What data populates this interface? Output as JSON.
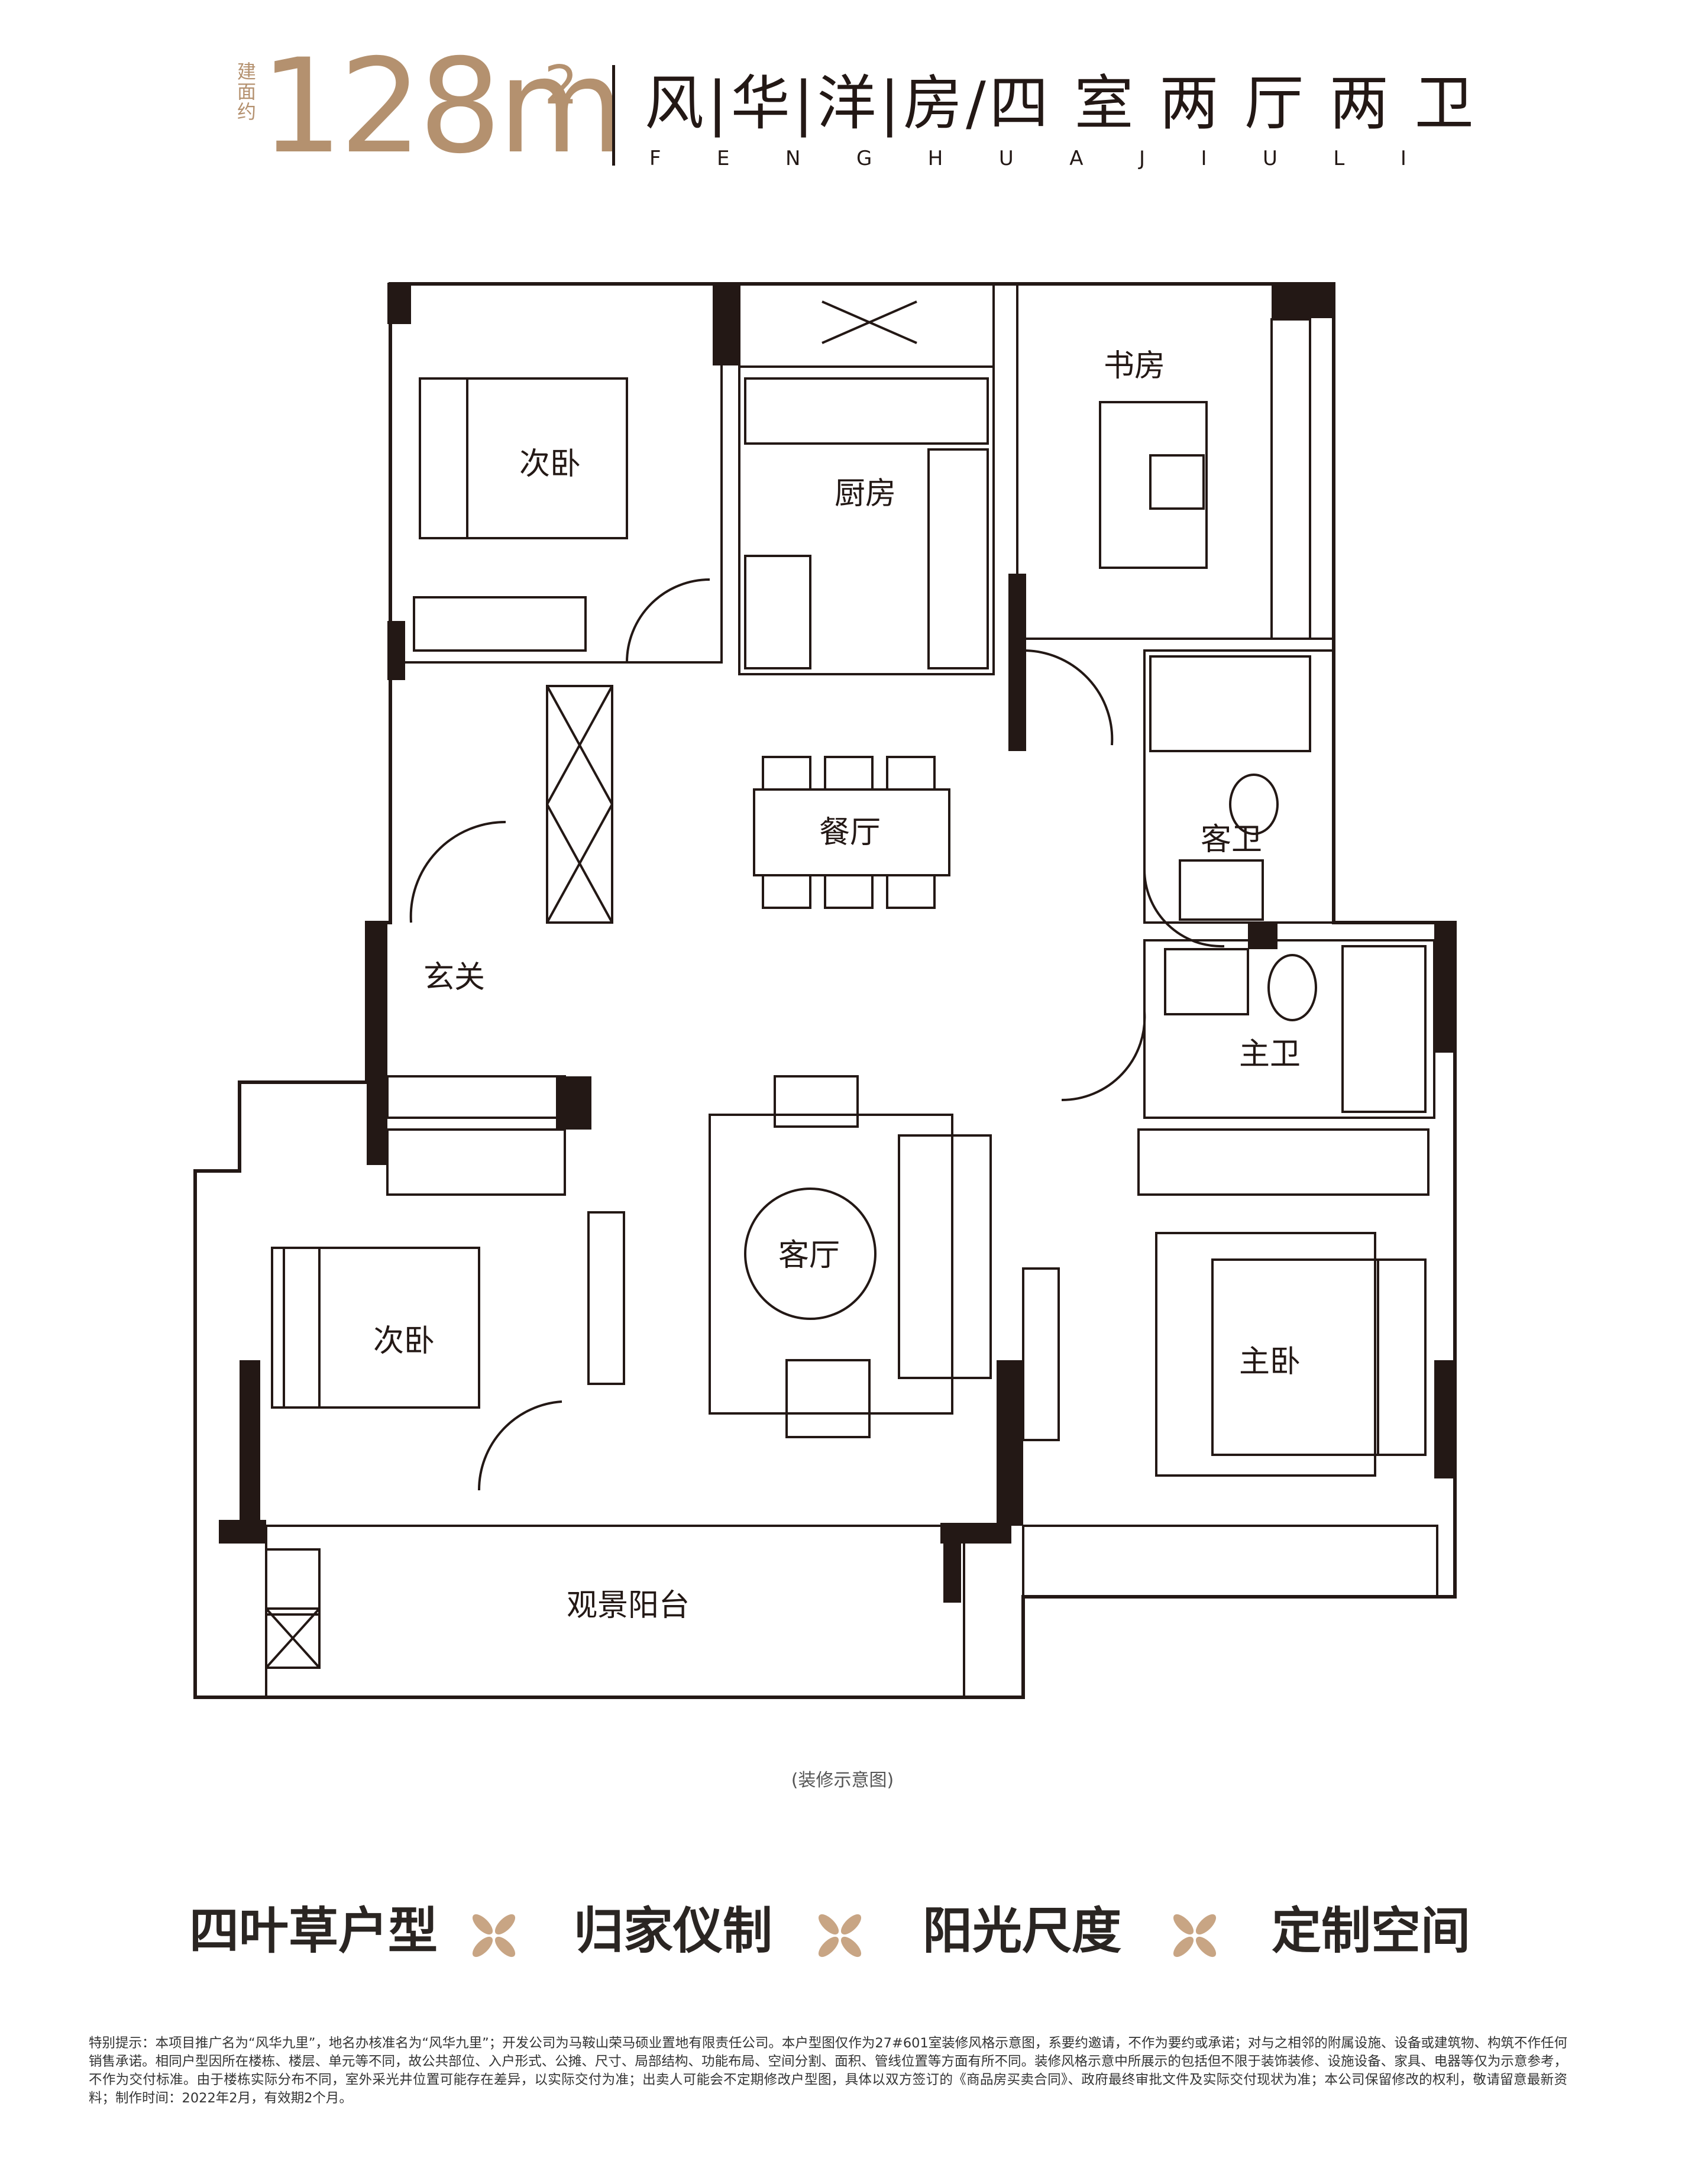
{
  "header": {
    "area_label": "建面约",
    "area_value": "128m",
    "area_sup": "2",
    "title": "风|华|洋|房/四 室 两 厅 两 卫",
    "pinyin": [
      "F",
      "E",
      "N",
      "G",
      "H",
      "U",
      "A",
      "J",
      "I",
      "U",
      "L",
      "I"
    ]
  },
  "rooms": {
    "bedroom_nw": "次卧",
    "kitchen": "厨房",
    "study": "书房",
    "dining": "餐厅",
    "guest_bath": "客卫",
    "entrance": "玄关",
    "master_bath": "主卫",
    "living": "客厅",
    "bedroom_sw": "次卧",
    "master_bedroom": "主卧",
    "balcony": "观景阳台"
  },
  "decor_note": "(装修示意图)",
  "features": [
    "四叶草户型",
    "归家仪制",
    "阳光尺度",
    "定制空间"
  ],
  "disclaimer": "特别提示：本项目推广名为“风华九里”，地名办核准名为“风华九里”；开发公司为马鞍山荣马硕业置地有限责任公司。本户型图仅作为27#601室装修风格示意图，系要约邀请，不作为要约或承诺；对与之相邻的附属设施、设备或建筑物、构筑不作任何销售承诺。相同户型因所在楼栋、楼层、单元等不同，故公共部位、入户形式、公摊、尺寸、局部结构、功能布局、空间分割、面积、管线位置等方面有所不同。装修风格示意中所展示的包括但不限于装饰装修、设施设备、家具、电器等仅为示意参考，不作为交付标准。由于楼栋实际分布不同，室外采光井位置可能存在差异，以实际交付为准；出卖人可能会不定期修改户型图，具体以双方签订的《商品房买卖合同》、政府最终审批文件及实际交付现状为准；本公司保留修改的权利，敬请留意最新资料；制作时间：2022年2月，有效期2个月。",
  "colors": {
    "accent": "#b4916f",
    "ink": "#231815"
  }
}
